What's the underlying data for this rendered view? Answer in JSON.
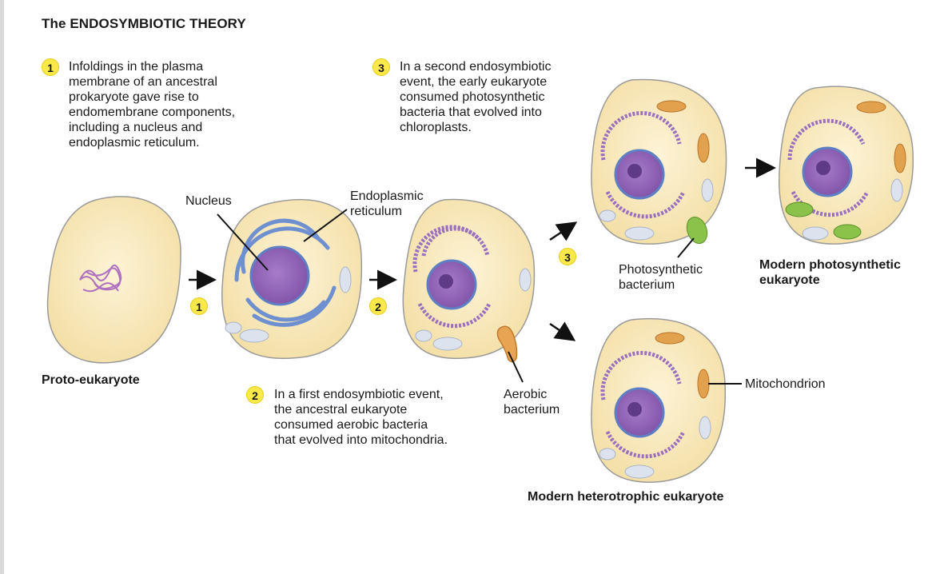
{
  "title": "The ENDOSYMBIOTIC THEORY",
  "steps": [
    {
      "number": "1",
      "text": "Infoldings in the plasma\nmembrane of an ancestral\nprokaryote gave rise to\nendomembrane components,\nincluding a nucleus and\nendoplasmic reticulum."
    },
    {
      "number": "2",
      "text": "In a first endosymbiotic event,\nthe ancestral eukaryote\nconsumed aerobic bacteria\nthat evolved into mitochondria."
    },
    {
      "number": "3",
      "text": "In a second endosymbiotic\nevent, the early eukaryote\nconsumed photosynthetic\nbacteria that evolved into\nchloroplasts."
    }
  ],
  "labels": {
    "proto_eukaryote": "Proto-eukaryote",
    "nucleus": "Nucleus",
    "endoplasmic_reticulum": "Endoplasmic\nreticulum",
    "aerobic_bacterium": "Aerobic\nbacterium",
    "photosynthetic_bacterium": "Photosynthetic\nbacterium",
    "modern_photosynthetic": "Modern photosynthetic\neukaryote",
    "modern_heterotrophic": "Modern heterotrophic eukaryote",
    "mitochondrion": "Mitochondrion"
  },
  "colors": {
    "cytoplasm": "#f6e5b5",
    "nucleus": "#8a5cb0",
    "er": "#6e8fd0",
    "mitochondrion": "#e2a14c",
    "chloroplast": "#8bc34a",
    "badge": "#fbe94a"
  }
}
